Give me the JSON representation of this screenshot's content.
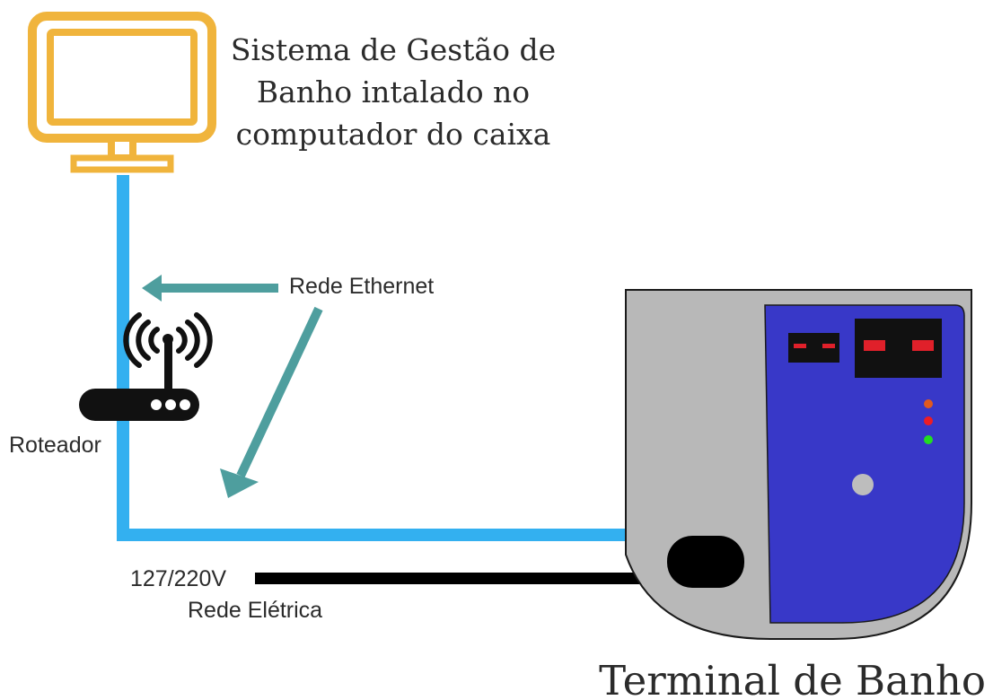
{
  "computer": {
    "caption_lines": [
      "Sistema de Gestão de",
      "Banho intalado no",
      "computador do caixa"
    ],
    "icon": "monitor-icon",
    "color": "#f0b43c"
  },
  "network": {
    "label": "Rede Ethernet",
    "cable_color": "#33b0f0",
    "arrow_color": "#4e9e9e"
  },
  "router": {
    "label": "Roteador",
    "icon": "wifi-router-icon"
  },
  "power": {
    "voltage": "127/220V",
    "label": "Rede Elétrica",
    "cable_color": "#000000"
  },
  "terminal": {
    "label": "Terminal de Banho",
    "body_color": "#b8b8b8",
    "panel_color": "#3838c8",
    "display_color": "#111111",
    "segment_color": "#e0202a",
    "led_colors": [
      "#e05a1e",
      "#ee1c24",
      "#22dd22"
    ]
  }
}
